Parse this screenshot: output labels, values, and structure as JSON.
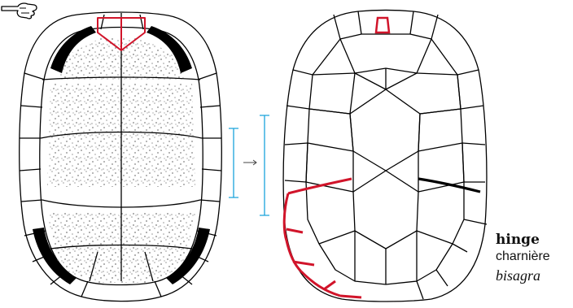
{
  "labels": {
    "english": "hinge",
    "french": "charnière",
    "spanish": "bisagra"
  },
  "icons": {
    "arrow": "right-arrow-icon",
    "pointer": "pointing-hand-icon"
  },
  "colors": {
    "outline": "#000000",
    "highlight": "#d1142a",
    "guide": "#1aa3db",
    "texture": "#7a7a7a"
  }
}
